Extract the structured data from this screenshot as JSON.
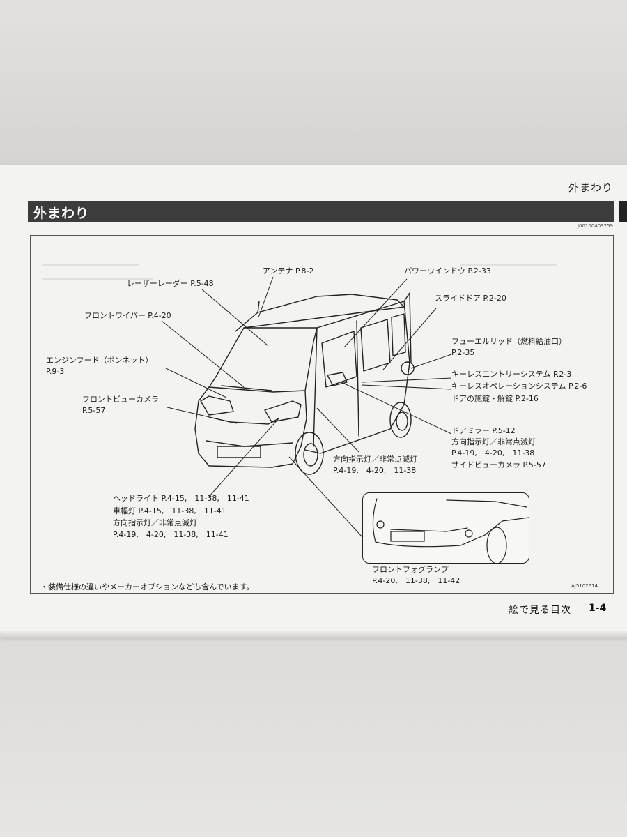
{
  "header": {
    "running_head": "外まわり",
    "section_title": "外まわり",
    "doc_code": "J00100403259"
  },
  "callouts": {
    "antenna": "アンテナ P.8-2",
    "power_window": "パワーウインドウ P.2-33",
    "radar": "レーザーレーダー P.5-48",
    "slide_door": "スライドドア P.2-20",
    "front_wiper": "フロントワイパー P.4-20",
    "fuel_lid_1": "フューエルリッド（燃料給油口）",
    "fuel_lid_2": "P.2-35",
    "engine_hood_1": "エンジンフード（ボンネット）",
    "engine_hood_2": "P.9-3",
    "keyless_entry": "キーレスエントリーシステム P.2-3",
    "keyless_operation": "キーレスオペレーションシステム P.2-6",
    "door_lock": "ドアの施錠・解錠 P.2-16",
    "front_view_cam_1": "フロントビューカメラ",
    "front_view_cam_2": "P.5-57",
    "door_mirror_1": "ドアミラー P.5-12",
    "door_mirror_2": "方向指示灯／非常点滅灯",
    "door_mirror_3": "P.4-19,　4-20,　11-38",
    "door_mirror_4": "サイドビューカメラ P.5-57",
    "side_turn_1": "方向指示灯／非常点滅灯",
    "side_turn_2": "P.4-19,　4-20,　11-38",
    "headlight_1": "ヘッドライト P.4-15,　11-38,　11-41",
    "headlight_2": "車幅灯 P.4-15,　11-38,　11-41",
    "headlight_3": "方向指示灯／非常点滅灯",
    "headlight_4": "P.4-19,　4-20,　11-38,　11-41",
    "fog_1": "フロントフォグランプ",
    "fog_2": "P.4-20,　11-38,　11-42"
  },
  "note": "・装備仕様の違いやメーカーオプションなども含んでいます。",
  "figure_code": "AJ5102614",
  "footer": {
    "title": "絵で見る目次",
    "page": "1-4"
  }
}
